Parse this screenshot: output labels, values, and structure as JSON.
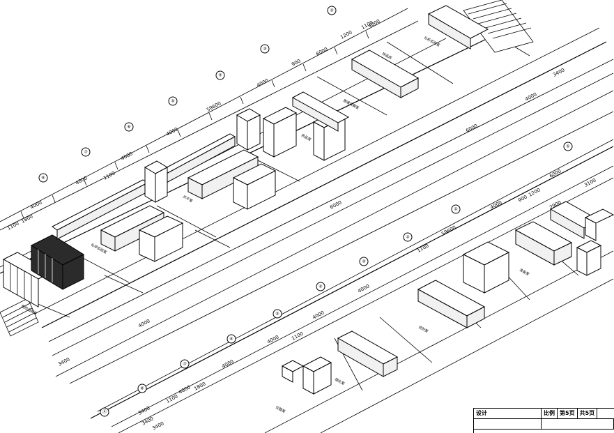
{
  "drawing": {
    "upper_block": {
      "grid_bubbles": [
        "⑧",
        "⑦",
        "⑥",
        "⑤",
        "④",
        "③",
        "②",
        "①"
      ],
      "top_dims": [
        "4000",
        "4000",
        "4000",
        "4000",
        "4000",
        "6000",
        "4000",
        "59600"
      ],
      "seg_dims": [
        "1100",
        "1800",
        "1100",
        "1200",
        "900",
        "1100"
      ],
      "side_dims": [
        "3400",
        "3400",
        "4000",
        "4000",
        "6000",
        "6000"
      ],
      "room_labels": [
        "危险品库房",
        "化学实验室",
        "天平室",
        "药品室",
        "普通仪器室",
        "样品库",
        "分析实验室"
      ]
    },
    "lower_block": {
      "grid_bubbles": [
        "⑧",
        "⑦",
        "⑥",
        "⑤",
        "④",
        "③",
        "②",
        "①",
        "Ⓐ"
      ],
      "top_dims": [
        "4000",
        "4000",
        "4000",
        "4000",
        "4000",
        "6000",
        "4000",
        "59600",
        "3400"
      ],
      "seg_dims": [
        "1100",
        "1800",
        "1100",
        "1200",
        "900",
        "1100"
      ],
      "side_dims": [
        "3400",
        "3400",
        "2900",
        "3100"
      ],
      "room_labels": [
        "仪器室",
        "理化室",
        "试剂室",
        "准备室"
      ]
    }
  },
  "title_block": {
    "design_label": "设计",
    "scale_label": "比例",
    "sheet_label": "第5页",
    "total_label": "共5页"
  }
}
